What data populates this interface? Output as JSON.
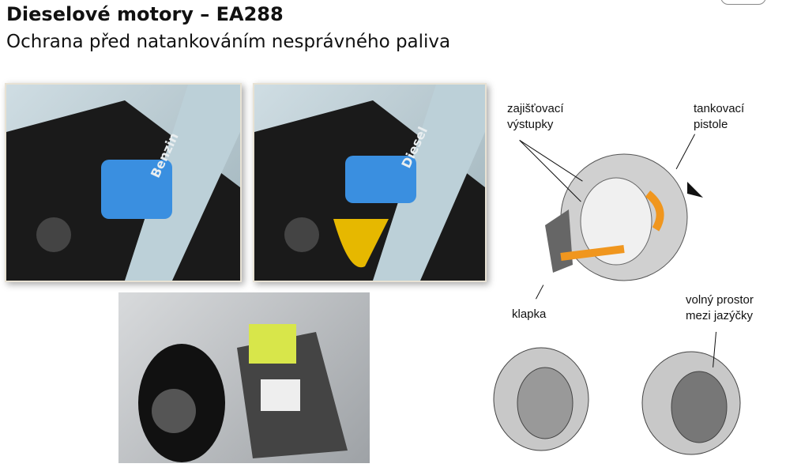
{
  "header": {
    "title": "Dieselové motory – EA288",
    "subtitle": "Ochrana před natankováním nesprávného paliva"
  },
  "images": {
    "left_nozzle": "Benzin",
    "right_nozzle": "Diesel"
  },
  "labels": {
    "locking_tabs": "zajišťovací výstupky",
    "nozzle": "tankovací pistole",
    "flap": "klapka",
    "free_space": "volný prostor mezi jazýčky"
  }
}
